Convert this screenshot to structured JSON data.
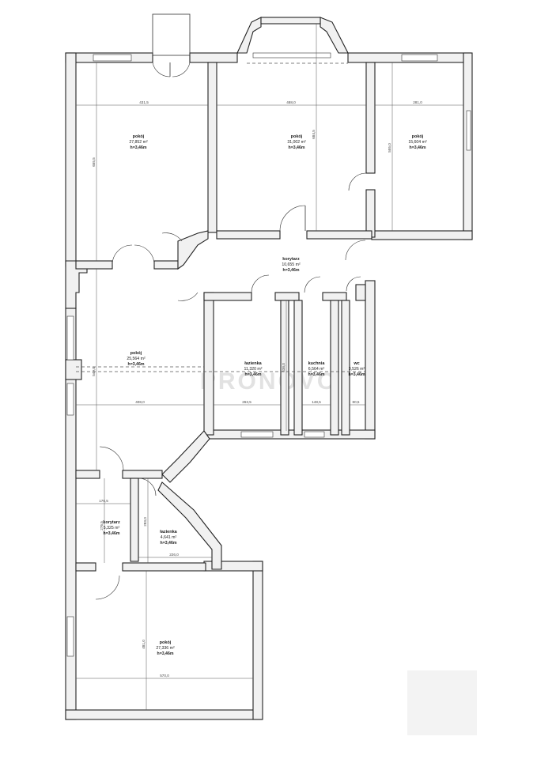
{
  "watermark": "PRONOVO",
  "rooms": [
    {
      "id": "pokoj-1",
      "name": "pokój",
      "area": "27,852 m²",
      "height": "h=3,46m"
    },
    {
      "id": "pokoj-2",
      "name": "pokój",
      "area": "31,002 m²",
      "height": "h=3,46m"
    },
    {
      "id": "pokoj-3",
      "name": "pokój",
      "area": "15,604 m²",
      "height": "h=3,46m"
    },
    {
      "id": "korytarz-1",
      "name": "korytarz",
      "area": "10,655 m²",
      "height": "h=3,46m"
    },
    {
      "id": "pokoj-4",
      "name": "pokój",
      "area": "25,564 m²",
      "height": "h=3,46m"
    },
    {
      "id": "lazienka-1",
      "name": "łazienka",
      "area": "11,320 m²",
      "height": "h=3,46m"
    },
    {
      "id": "kuchnia",
      "name": "kuchnia",
      "area": "6,564 m²",
      "height": "h=3,46m"
    },
    {
      "id": "wc",
      "name": "wc",
      "area": "3,526 m²",
      "height": "h=3,46m"
    },
    {
      "id": "korytarz-2",
      "name": "korytarz",
      "area": "5,325 m²",
      "height": "h=3,46m"
    },
    {
      "id": "lazienka-2",
      "name": "łazienka",
      "area": "4,641 m²",
      "height": "h=3,46m"
    },
    {
      "id": "pokoj-5",
      "name": "pokój",
      "area": "27,336 m²",
      "height": "h=3,46m"
    }
  ],
  "dimensions": {
    "d1": "431,5",
    "d2": "488,0",
    "d3": "281,0",
    "d4": "655,5",
    "d5": "684,5",
    "d6": "555,0",
    "d7": "408,0",
    "d8": "263,5",
    "d9": "148,5",
    "d10": "80,5",
    "d11": "438,0",
    "d12": "549,0",
    "d13": "176,5",
    "d14": "276,5",
    "d15": "226,0",
    "d16": "283,0",
    "d17": "481,0",
    "d18": "570,0"
  }
}
